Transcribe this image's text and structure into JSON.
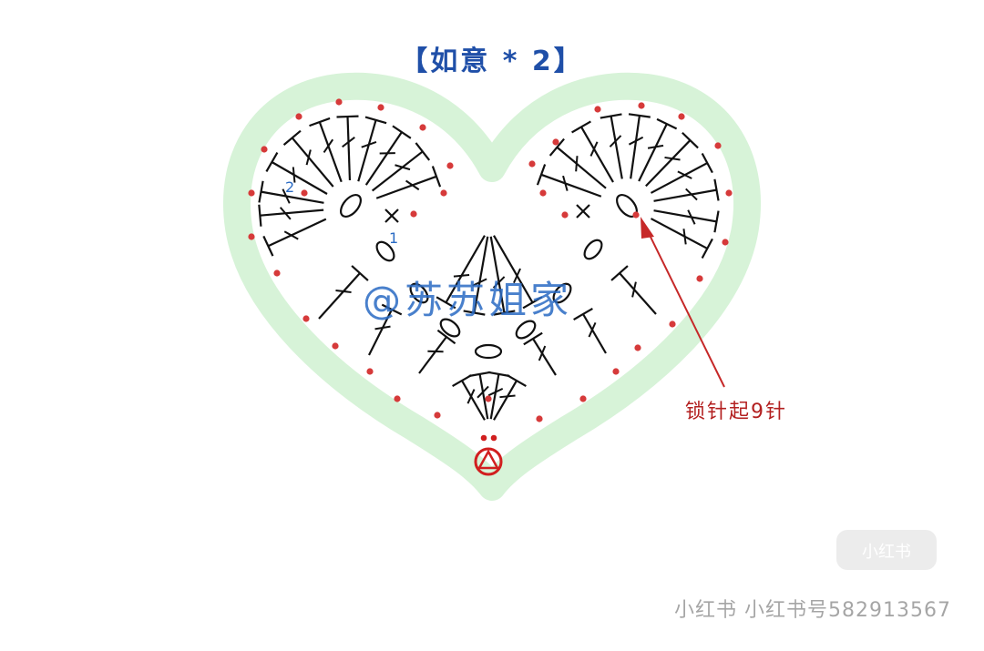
{
  "title": "【如意 * 2】",
  "watermark_text": "@苏苏姐家",
  "annotation": "锁针起9针",
  "row_labels": [
    "1",
    "2"
  ],
  "platform_watermark": "小红书  小红书号582913567",
  "logo_text": "小红书",
  "colors": {
    "title": "#1f4fa8",
    "stitch": "#111111",
    "dot": "#d63a3a",
    "band": "#d7f3d8",
    "watermark": "#2a6bc4",
    "annotation": "#b32020",
    "arrow": "#c62828",
    "row_label": "#2a6bc4",
    "ring": "#d11f1f"
  },
  "icons": [
    "chain-oval-icon",
    "treble-stitch-icon",
    "slip-stitch-dot-icon",
    "magic-ring-icon",
    "arrow-icon"
  ]
}
